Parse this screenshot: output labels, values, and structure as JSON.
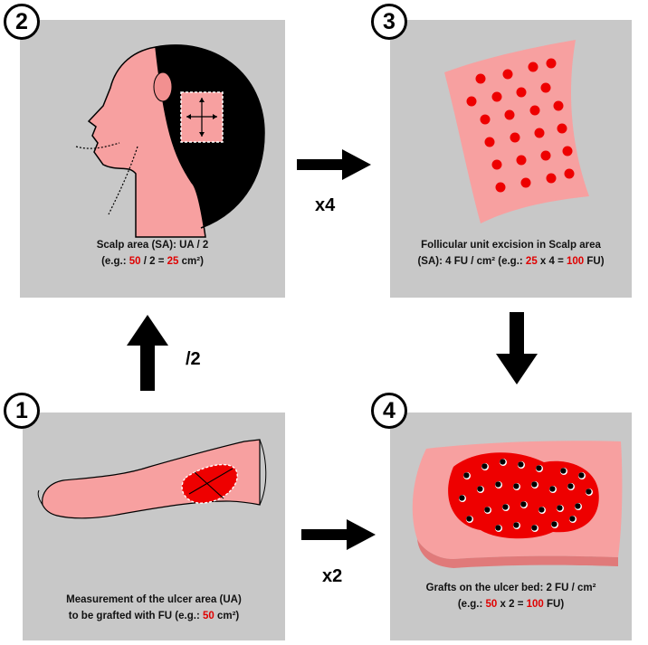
{
  "steps": {
    "s1": {
      "number": "1",
      "line1": "Measurement of the ulcer area (UA)",
      "line2_pre": "to be grafted with FU (e.g.: ",
      "line2_val": "50",
      "line2_post": " cm²)"
    },
    "s2": {
      "number": "2",
      "line1": "Scalp area (SA): UA / 2",
      "line2_pre": "(e.g.: ",
      "val_a": "50",
      "mid": " / 2 = ",
      "val_b": "25",
      "post": " cm²)"
    },
    "s3": {
      "number": "3",
      "line1": "Follicular unit excision in Scalp area",
      "line2_pre": "(SA): 4 FU / cm² (e.g.: ",
      "val_a": "25",
      "mid": " x 4 = ",
      "val_b": "100",
      "post": " FU)"
    },
    "s4": {
      "number": "4",
      "line1": "Grafts on the ulcer bed: 2 FU / cm²",
      "line2_pre": "(e.g.: ",
      "val_a": "50",
      "mid": " x 2 = ",
      "val_b": "100",
      "post": " FU)"
    }
  },
  "operations": {
    "up": "/2",
    "right_top": "x4",
    "right_bottom": "x2"
  },
  "colors": {
    "skin": "#f7a0a0",
    "ulcer": "#ee0000",
    "panel": "#c8c8c8",
    "highlight": "#e00000"
  }
}
